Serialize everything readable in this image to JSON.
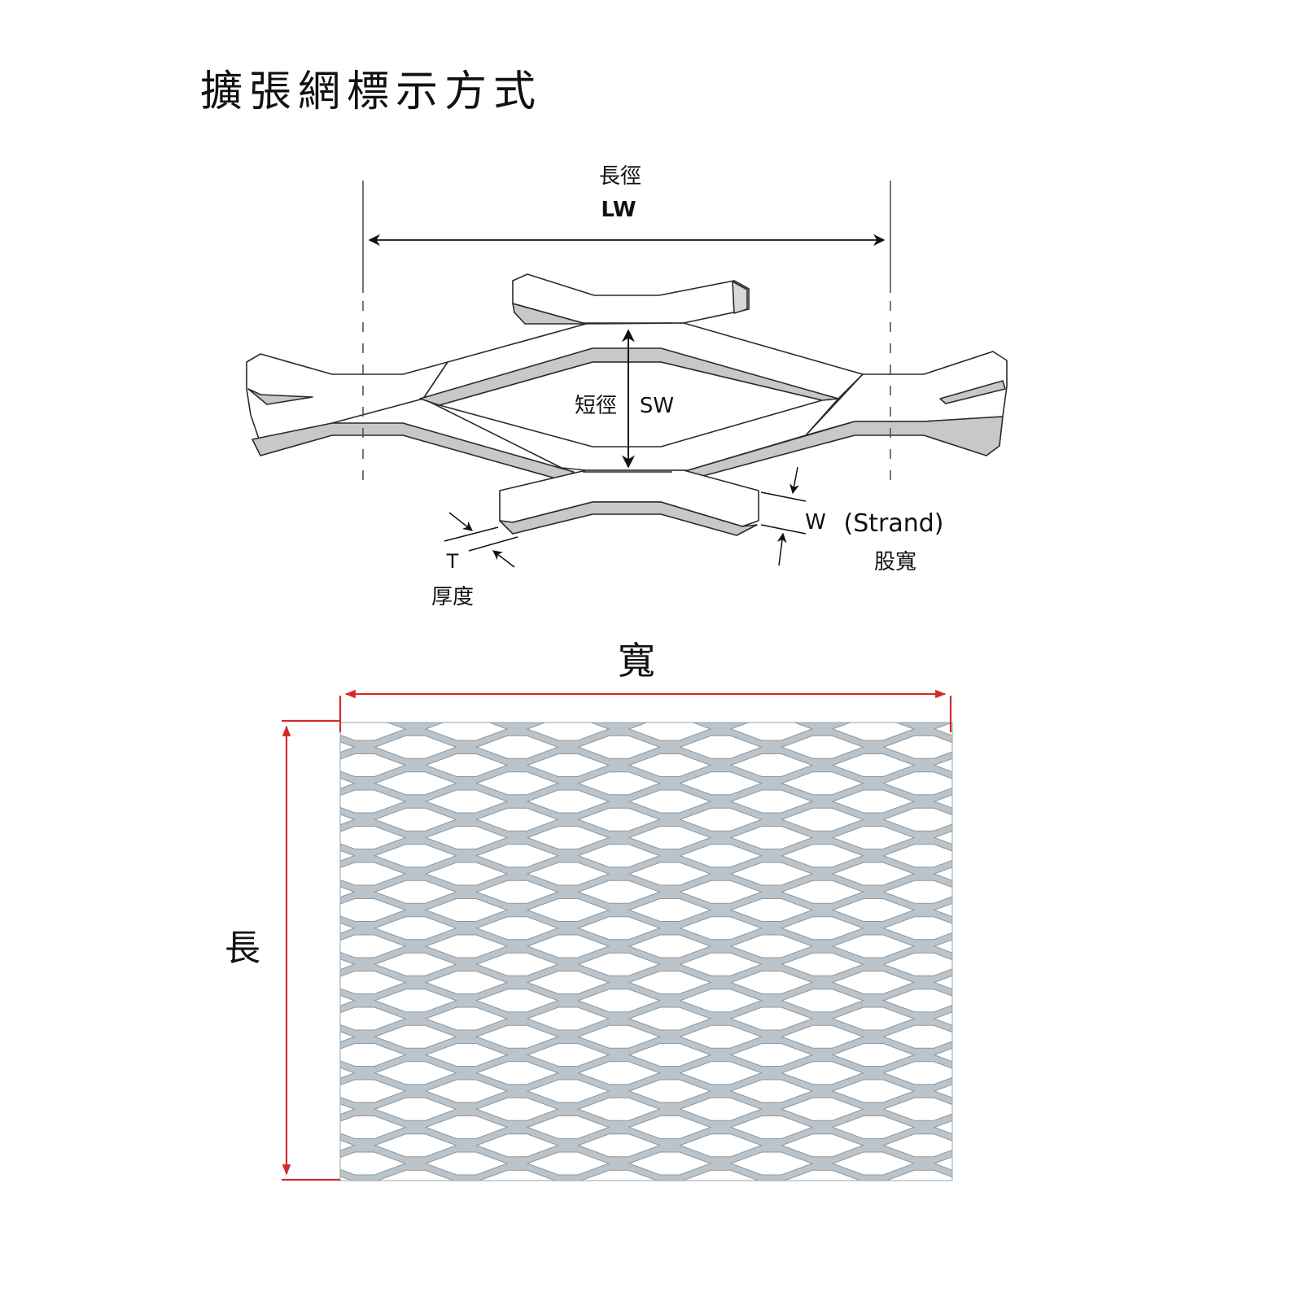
{
  "title": "擴張網標示方式",
  "detail": {
    "long_way_zh": "長徑",
    "long_way_code": "LW",
    "short_way_zh": "短徑",
    "short_way_code": "SW",
    "strand_code": "W",
    "strand_en": "(Strand)",
    "strand_zh": "股寬",
    "thickness_code": "T",
    "thickness_zh": "厚度"
  },
  "sheet": {
    "width_label": "寬",
    "length_label": "長"
  },
  "colors": {
    "strand_fill": "#ffffff",
    "strand_side": "#c8c8c8",
    "mesh_fill": "#bcc4cb",
    "dimension_red": "#d42a2a",
    "line": "#2a2a2a"
  }
}
